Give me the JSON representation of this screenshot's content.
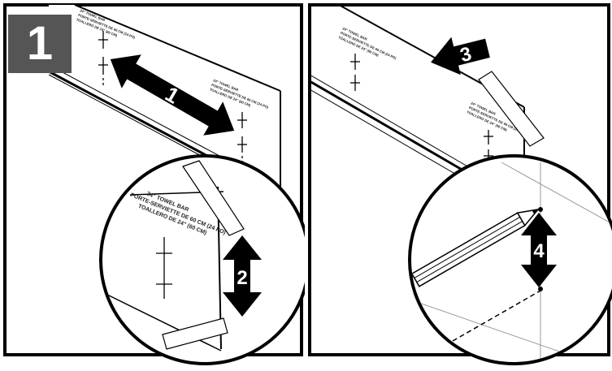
{
  "step_number": "1",
  "arrow_labels": {
    "a1": "1",
    "a2": "2",
    "a3": "3",
    "a4": "4"
  },
  "template_label": {
    "line1": "24\" TOWEL BAR",
    "line2": "PORTE-SERVIETTE DE 60 CM (24 PO)",
    "line3": "TOALLERO DE 24\" (60 CM)"
  },
  "colors": {
    "ink": "#000000",
    "badge": "#555555",
    "paper": "#ffffff",
    "gray_line": "#9a9a9a"
  }
}
